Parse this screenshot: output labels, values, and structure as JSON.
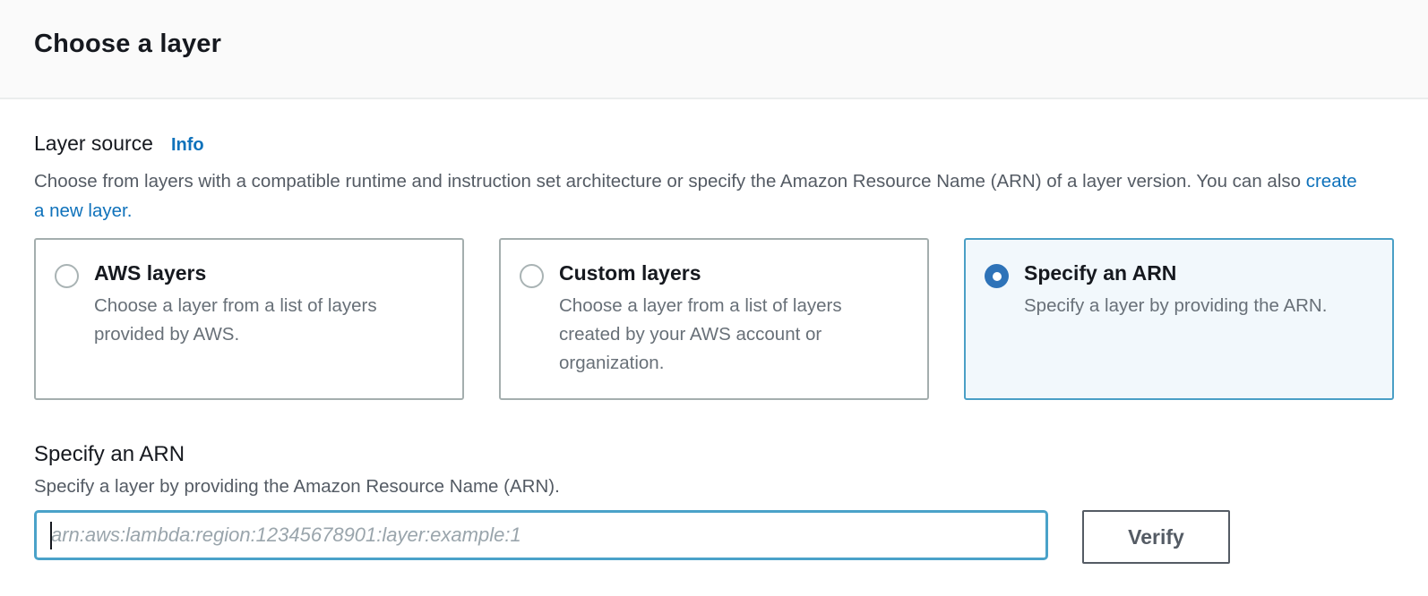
{
  "header": {
    "title": "Choose a layer"
  },
  "layer_source": {
    "label": "Layer source",
    "info_link": "Info",
    "description_text": "Choose from layers with a compatible runtime and instruction set architecture or specify the Amazon Resource Name (ARN) of a layer version. You can also ",
    "create_link": "create a new layer.",
    "options": [
      {
        "title": "AWS layers",
        "description": "Choose a layer from a list of layers provided by AWS.",
        "selected": false
      },
      {
        "title": "Custom layers",
        "description": "Choose a layer from a list of layers created by your AWS account or organization.",
        "selected": false
      },
      {
        "title": "Specify an ARN",
        "description": "Specify a layer by providing the ARN.",
        "selected": true
      }
    ]
  },
  "arn_section": {
    "title": "Specify an ARN",
    "description": "Specify a layer by providing the Amazon Resource Name (ARN).",
    "input_value": "",
    "input_placeholder": "arn:aws:lambda:region:12345678901:layer:example:1",
    "verify_label": "Verify"
  },
  "colors": {
    "link_blue": "#0f72bb",
    "selected_border_blue": "#4a9fc6",
    "selected_card_bg": "#f2f8fc",
    "radio_selected_blue": "#2e73b8",
    "input_focus_border": "#4aa2c9",
    "header_bg": "#fafafa",
    "divider": "#eaeded",
    "text_primary": "#16191f",
    "text_secondary": "#545b64",
    "button_border": "#545b64"
  }
}
